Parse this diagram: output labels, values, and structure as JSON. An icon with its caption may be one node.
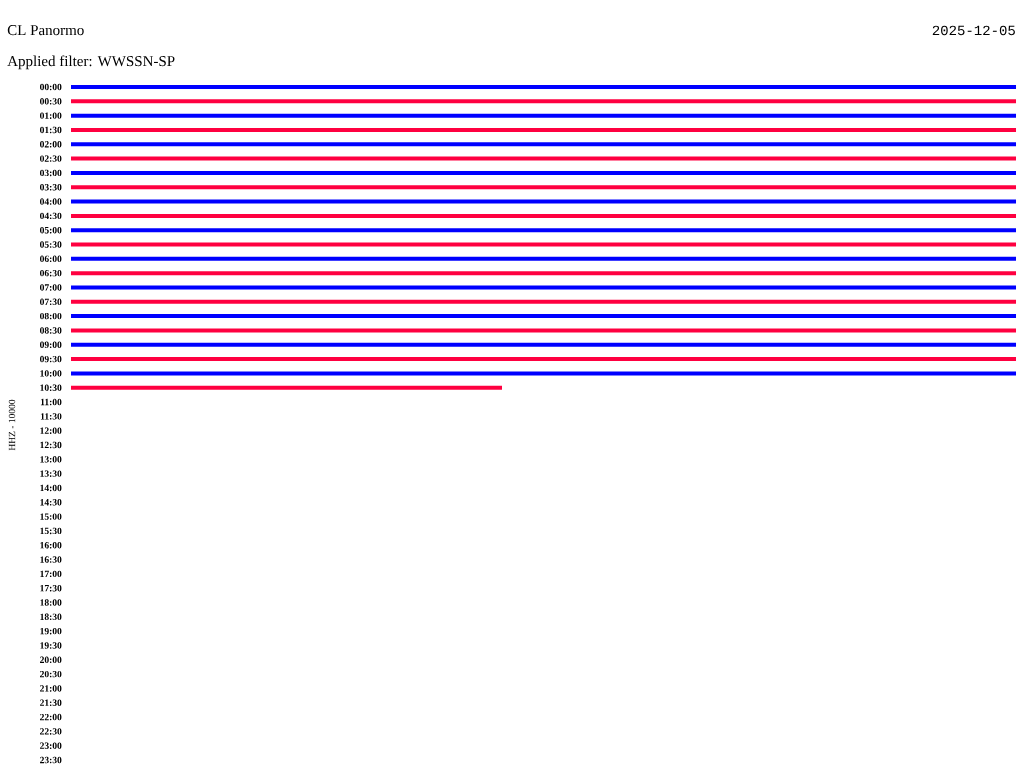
{
  "diagram": {
    "title": "CL Panormo",
    "labels": [
      "2025-12-05",
      "Applied filter: WWSSN-SP",
      "00:00",
      "00:30",
      "01:00",
      "01:30",
      "02:00",
      "02:30",
      "03:00",
      "03:30",
      "04:00",
      "04:30",
      "05:00",
      "05:30",
      "06:00",
      "06:30",
      "07:00",
      "07:30",
      "08:00",
      "08:30",
      "09:00",
      "09:30",
      "10:00",
      "10:30",
      "11:00",
      "11:30",
      "12:00",
      "12:30",
      "13:00",
      "13:30",
      "14:00",
      "14:30",
      "15:00",
      "15:30",
      "16:00",
      "16:30",
      "17:00",
      "17:30",
      "18:00",
      "18:30",
      "19:00",
      "19:30",
      "20:00",
      "20:30",
      "21:00",
      "21:30",
      "22:00",
      "22:30",
      "23:00",
      "23:30",
      "HHZ - 10000"
    ]
  }
}
